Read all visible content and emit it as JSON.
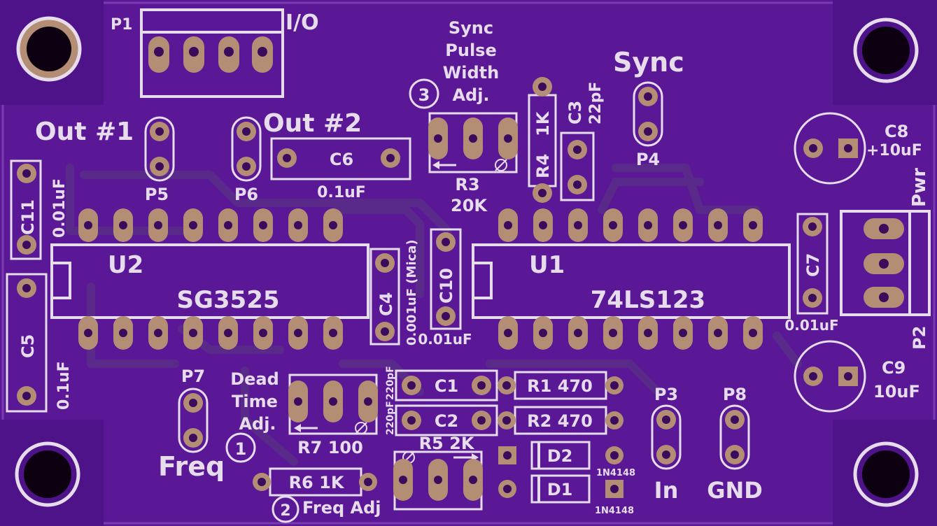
{
  "board": {
    "color": "#5a1896",
    "silkscreen_color": "#e6dcec",
    "pad_color": "#b38d74",
    "trace_color": "#4a1578"
  },
  "labels": {
    "p1": "P1",
    "io": "I/O",
    "sync_pulse": [
      "Sync",
      "Pulse",
      "Width",
      "Adj."
    ],
    "num3": "3",
    "sync": "Sync",
    "out1": "Out #1",
    "out2": "Out #2",
    "c6": "C6",
    "c6_val": "0.1uF",
    "p5": "P5",
    "p6": "P6",
    "r3": "R3",
    "r3_val": "20K",
    "r4": "R4",
    "r4_val": "1K",
    "c3": "C3",
    "c3_val": "22pF",
    "p4": "P4",
    "c8": "C8",
    "c8_val": "+10uF",
    "pwr": "Pwr",
    "c11": "C11",
    "c11_val": "0.01uF",
    "u2": "U2",
    "u2_part": "SG3525",
    "c4": "C4",
    "c4_val": "0.001uF (Mica)",
    "c10": "C10",
    "c10_val": "0.01uF",
    "u1": "U1",
    "u1_part": "74LS123",
    "c7": "C7",
    "c7_val": "0.01uF",
    "p2": "P2",
    "c5": "C5",
    "c5_val": "0.1uF",
    "c9": "C9",
    "c9_val": "10uF",
    "p7": "P7",
    "freq": "Freq",
    "dead_time": [
      "Dead",
      "Time",
      "Adj."
    ],
    "num1": "1",
    "r7": "R7 100",
    "c1": "C1",
    "c2": "C2",
    "c1_val": "220pF",
    "c2_val": "220pF",
    "r1": "R1 470",
    "r2": "R2 470",
    "r5": "R5  2K",
    "d2": "D2",
    "d1": "D1",
    "d2_val": "1N4148",
    "d1_val": "1N4148",
    "p3": "P3",
    "p8": "P8",
    "in": "In",
    "gnd": "GND",
    "r6": "R6  1K",
    "num2": "2",
    "freq_adj": "Freq Adj"
  }
}
